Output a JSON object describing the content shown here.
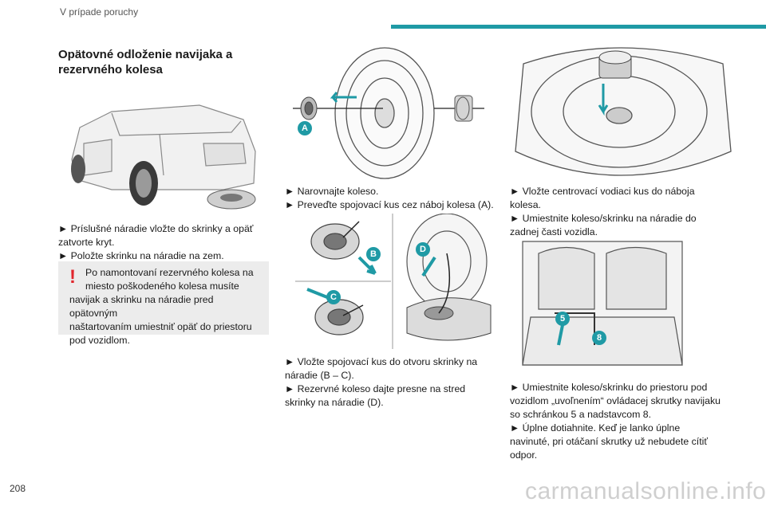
{
  "header": {
    "section": "V prípade poruchy",
    "accent_color": "#1f9aa5"
  },
  "footer": {
    "page_number": "208",
    "watermark": "carmanualsonline.info"
  },
  "column1": {
    "title_lines": [
      "Opätovné odloženie navijaka a",
      "rezervného kolesa"
    ],
    "para_lines": [
      "► Príslušné náradie vložte do skrinky a opäť",
      "zatvorte kryt.",
      "► Položte skrinku na náradie na zem."
    ],
    "warning": {
      "icon": "exclamation-icon",
      "lines": [
        "Po namontovaní rezervného kolesa na",
        "miesto poškodeného kolesa musíte",
        "navijak a skrinku na náradie pred opätovným",
        "naštartovaním umiestniť opäť do priestoru",
        "pod vozidlom."
      ]
    }
  },
  "column2": {
    "label_a": "A",
    "label_b": "B",
    "label_c": "C",
    "label_d": "D",
    "para1_lines": [
      "► Narovnajte koleso.",
      "► Preveďte spojovací kus cez náboj kolesa (A)."
    ],
    "para2_lines": [
      "► Vložte spojovací kus do otvoru skrinky na",
      "náradie (B – C).",
      "► Rezervné koleso dajte presne na stred",
      "skrinky na náradie (D)."
    ]
  },
  "column3": {
    "label_5": "5",
    "label_8": "8",
    "para1_lines": [
      "► Vložte centrovací vodiaci kus do náboja",
      "kolesa.",
      "► Umiestnite koleso/skrinku na náradie do",
      "zadnej časti vozidla."
    ],
    "para2_lines": [
      "► Umiestnite koleso/skrinku do priestoru pod",
      "vozidlom „uvoľnením“ ovládacej skrutky navijaku",
      "so schránkou 5 a nadstavcom 8.",
      "► Úplne dotiahnite. Keď je lanko úplne",
      "navinuté, pri otáčaní skrutky už nebudete cítiť",
      "odpor."
    ]
  }
}
